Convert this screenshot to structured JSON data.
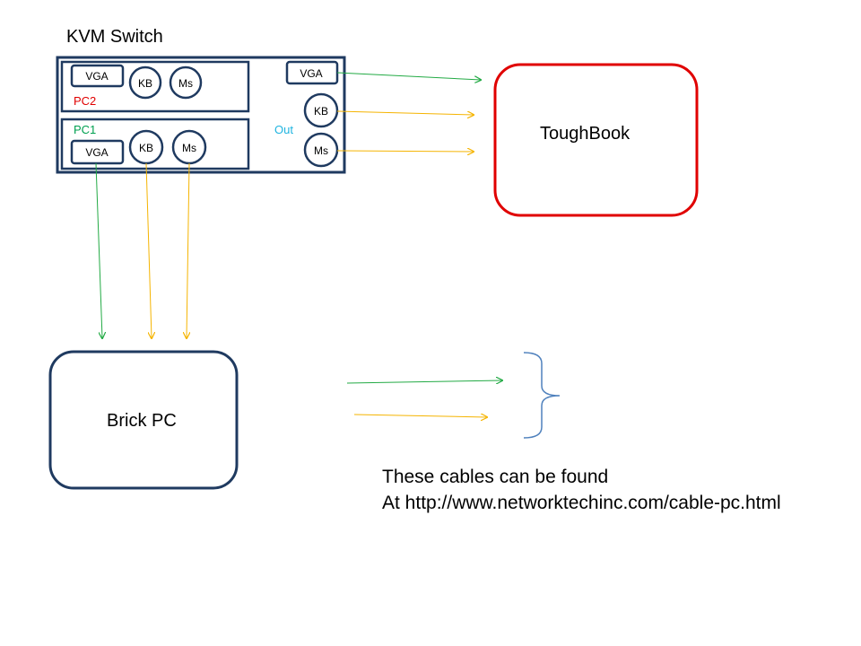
{
  "title": "KVM Switch",
  "kvm": {
    "pc2_label": "PC2",
    "pc1_label": "PC1",
    "out_label": "Out",
    "pc2_ports": {
      "vga": "VGA",
      "kb": "KB",
      "ms": "Ms"
    },
    "pc1_ports": {
      "vga": "VGA",
      "kb": "KB",
      "ms": "Ms"
    },
    "out_ports": {
      "vga": "VGA",
      "kb": "KB",
      "ms": "Ms"
    }
  },
  "devices": {
    "toughbook": "ToughBook",
    "brick_pc": "Brick PC"
  },
  "note": {
    "line1": "These cables can be found",
    "line2": "At http://www.networktechinc.com/cable-pc.html"
  },
  "colors": {
    "box_stroke": "#1f3a60",
    "pc2_red": "#e00000",
    "pc1_green": "#00a050",
    "out_cyan": "#1fb4e0",
    "toughbook_border": "#e00000",
    "vga_cable": "#22aa44",
    "kb_ms_cable": "#f5b400",
    "brace": "#4f81bd"
  }
}
